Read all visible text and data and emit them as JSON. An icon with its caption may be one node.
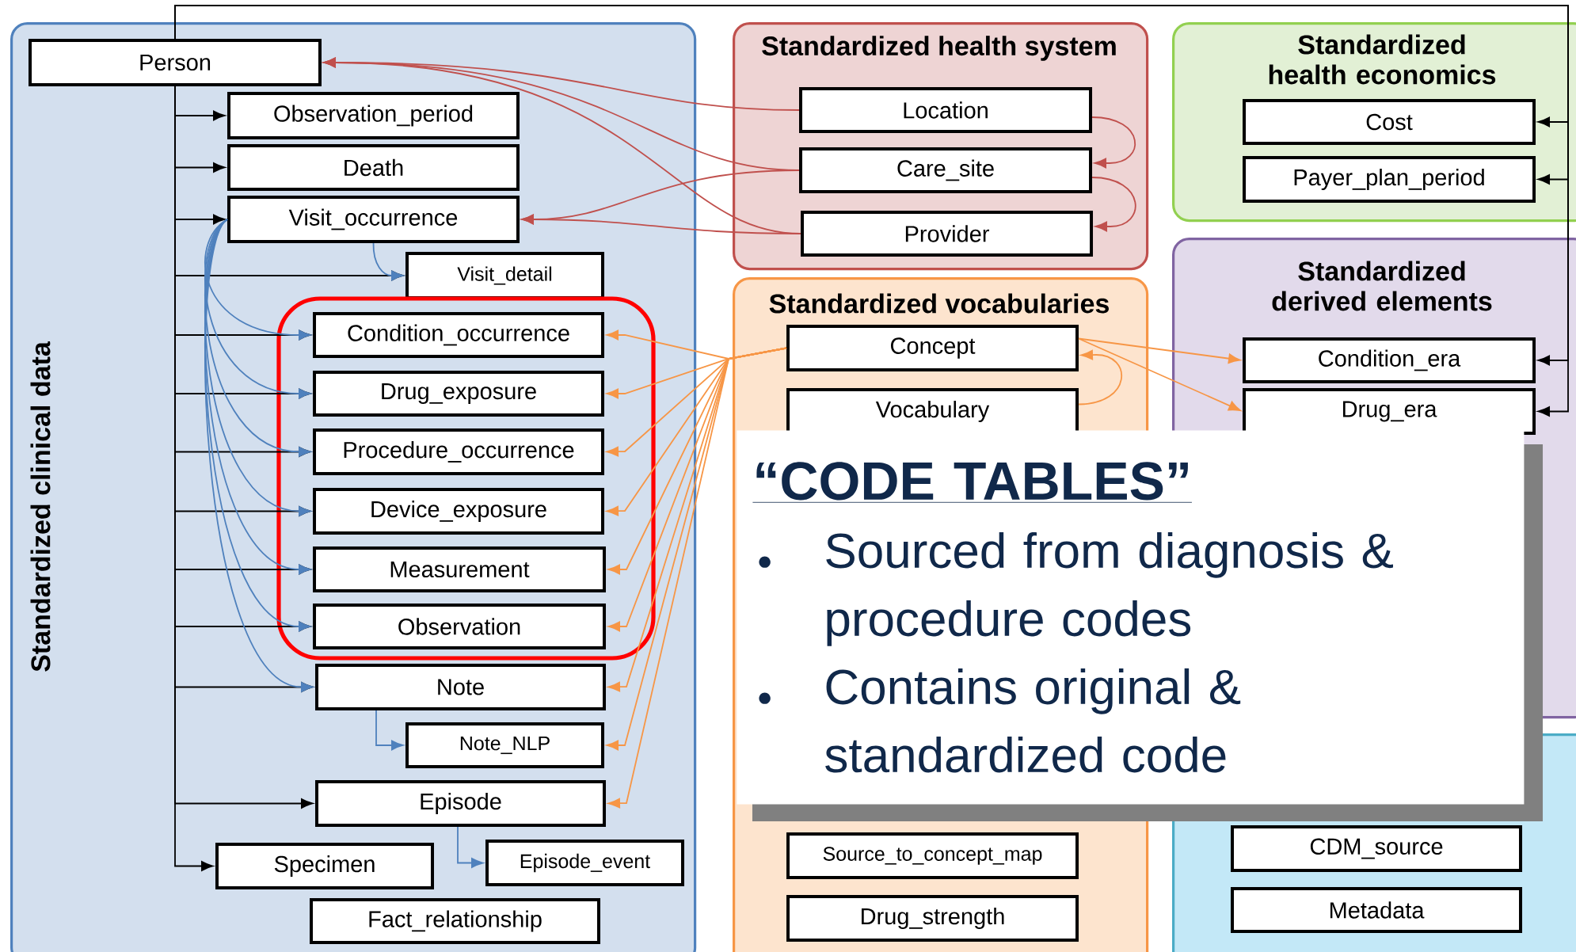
{
  "diagram": {
    "nodes": [
      {
        "text": [
          "Standardized clinical data"
        ]
      },
      {
        "text": [
          "Person"
        ],
        "in": 0
      },
      {
        "text": [
          "Observation_period"
        ],
        "in": 0
      },
      {
        "text": [
          "Death"
        ],
        "in": 0
      },
      {
        "text": [
          "Visit_occurrence"
        ],
        "in": 0
      },
      {
        "text": [
          "Visit_detail"
        ],
        "in": 0
      },
      {
        "text": [
          "Condition_occurrence"
        ],
        "in": 0
      },
      {
        "text": [
          "Drug_exposure"
        ],
        "in": 0
      },
      {
        "text": [
          "Procedure_occurrence"
        ],
        "in": 0
      },
      {
        "text": [
          "Device_exposure"
        ],
        "in": 0
      },
      {
        "text": [
          "Measurement"
        ],
        "in": 0
      },
      {
        "text": [
          "Observation"
        ],
        "in": 0
      },
      {
        "text": [
          "Note"
        ],
        "in": 0
      },
      {
        "text": [
          "Note_NLP"
        ],
        "in": 0
      },
      {
        "text": [
          "Episode"
        ],
        "in": 0
      },
      {
        "text": [
          "Specimen"
        ],
        "in": 0
      },
      {
        "text": [
          "Episode_event"
        ],
        "in": 0
      },
      {
        "text": [
          "Fact_relationship"
        ],
        "in": 0
      },
      {
        "text": [
          "Standardized health system"
        ]
      },
      {
        "text": [
          "Location"
        ],
        "in": 18
      },
      {
        "text": [
          "Care_site"
        ],
        "in": 18
      },
      {
        "text": [
          "Provider"
        ],
        "in": 18
      },
      {
        "text": [
          "Standardized health economics"
        ]
      },
      {
        "text": [
          "Cost"
        ],
        "in": 22
      },
      {
        "text": [
          "Payer_plan_period"
        ],
        "in": 22
      },
      {
        "text": [
          "Standardized vocabularies"
        ]
      },
      {
        "text": [
          "Concept"
        ],
        "in": 25
      },
      {
        "text": [
          "Vocabulary"
        ],
        "in": 25
      },
      {
        "text": [
          "Source_to_concept_map"
        ],
        "in": 25
      },
      {
        "text": [
          "Drug_strength"
        ],
        "in": 25
      },
      {
        "text": [
          "Standardized derived elements"
        ]
      },
      {
        "text": [
          "Condition_era"
        ],
        "in": 30
      },
      {
        "text": [
          "Drug_era"
        ],
        "in": 30
      },
      {
        "text": [],
        "shape": "box"
      },
      {
        "text": [
          "CDM_source"
        ],
        "in": 33
      },
      {
        "text": [
          "Metadata"
        ],
        "in": 33
      },
      {
        "text": [
          "“CODE TABLES”",
          "Sourced from diagnosis & procedure codes",
          "Contains original & standardized code"
        ]
      }
    ],
    "edges": [
      {
        "from": 1,
        "to": 2,
        "arrow": "to"
      },
      {
        "from": 1,
        "to": 3,
        "arrow": "to"
      },
      {
        "from": 1,
        "to": 4,
        "arrow": "to"
      },
      {
        "from": 1,
        "to": 5,
        "arrow": "to"
      },
      {
        "from": 1,
        "to": 6,
        "arrow": "to"
      },
      {
        "from": 1,
        "to": 7,
        "arrow": "to"
      },
      {
        "from": 1,
        "to": 8,
        "arrow": "to"
      },
      {
        "from": 1,
        "to": 9,
        "arrow": "to"
      },
      {
        "from": 1,
        "to": 10,
        "arrow": "to"
      },
      {
        "from": 1,
        "to": 11,
        "arrow": "to"
      },
      {
        "from": 1,
        "to": 12,
        "arrow": "to"
      },
      {
        "from": 1,
        "to": 14,
        "arrow": "to"
      },
      {
        "from": 1,
        "to": 15,
        "arrow": "to"
      },
      {
        "from": 1,
        "to": 23,
        "arrow": "to"
      },
      {
        "from": 1,
        "to": 24,
        "arrow": "to"
      },
      {
        "from": 1,
        "to": 31,
        "arrow": "to"
      },
      {
        "from": 1,
        "to": 32,
        "arrow": "to"
      },
      {
        "from": 4,
        "to": 5,
        "arrow": "to",
        "color": "#4f81bd"
      },
      {
        "from": 4,
        "to": 6,
        "arrow": "to",
        "color": "#4f81bd"
      },
      {
        "from": 4,
        "to": 7,
        "arrow": "to",
        "color": "#4f81bd"
      },
      {
        "from": 4,
        "to": 8,
        "arrow": "to",
        "color": "#4f81bd"
      },
      {
        "from": 4,
        "to": 9,
        "arrow": "to",
        "color": "#4f81bd"
      },
      {
        "from": 4,
        "to": 10,
        "arrow": "to",
        "color": "#4f81bd"
      },
      {
        "from": 4,
        "to": 11,
        "arrow": "to",
        "color": "#4f81bd"
      },
      {
        "from": 4,
        "to": 12,
        "arrow": "to",
        "color": "#4f81bd"
      },
      {
        "from": 12,
        "to": 13,
        "arrow": "to",
        "color": "#4f81bd"
      },
      {
        "from": 14,
        "to": 16,
        "arrow": "to",
        "color": "#4f81bd"
      },
      {
        "from": 19,
        "to": 1,
        "arrow": "to",
        "color": "#c0504d"
      },
      {
        "from": 20,
        "to": 1,
        "arrow": "to",
        "color": "#c0504d"
      },
      {
        "from": 21,
        "to": 1,
        "arrow": "to",
        "color": "#c0504d"
      },
      {
        "from": 20,
        "to": 4,
        "arrow": "to",
        "color": "#c0504d"
      },
      {
        "from": 21,
        "to": 4,
        "arrow": "to",
        "color": "#c0504d"
      },
      {
        "from": 19,
        "to": 20,
        "arrow": "to",
        "color": "#c0504d"
      },
      {
        "from": 20,
        "to": 21,
        "arrow": "to",
        "color": "#c0504d"
      },
      {
        "from": 26,
        "to": 6,
        "arrow": "to",
        "color": "#f79646"
      },
      {
        "from": 26,
        "to": 7,
        "arrow": "to",
        "color": "#f79646"
      },
      {
        "from": 26,
        "to": 8,
        "arrow": "to",
        "color": "#f79646"
      },
      {
        "from": 26,
        "to": 9,
        "arrow": "to",
        "color": "#f79646"
      },
      {
        "from": 26,
        "to": 10,
        "arrow": "to",
        "color": "#f79646"
      },
      {
        "from": 26,
        "to": 11,
        "arrow": "to",
        "color": "#f79646"
      },
      {
        "from": 26,
        "to": 12,
        "arrow": "to",
        "color": "#f79646"
      },
      {
        "from": 26,
        "to": 13,
        "arrow": "to",
        "color": "#f79646"
      },
      {
        "from": 26,
        "to": 14,
        "arrow": "to",
        "color": "#f79646"
      },
      {
        "from": 26,
        "to": 31,
        "arrow": "to",
        "color": "#f79646"
      },
      {
        "from": 26,
        "to": 32,
        "arrow": "to",
        "color": "#f79646"
      },
      {
        "from": 27,
        "to": 26,
        "arrow": "to",
        "color": "#f79646"
      }
    ]
  }
}
